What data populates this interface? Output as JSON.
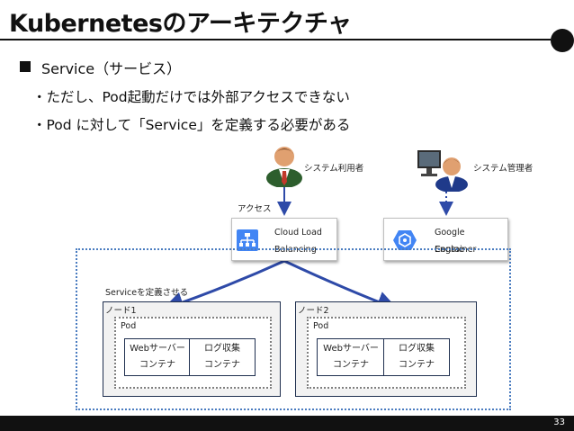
{
  "slide": {
    "title": "Kubernetesのアーキテクチャ",
    "page_number": "33"
  },
  "bullets": {
    "main": "Service（サービス）",
    "sub1": "・ただし、Pod起動だけでは外部アクセスできない",
    "sub2": "・Pod に対して「Service」を定義する必要がある"
  },
  "diagram": {
    "user_label": "システム利用者",
    "admin_label": "システム管理者",
    "access_label": "アクセス",
    "service_define_label": "Serviceを定義させる",
    "lb": {
      "line1": "Cloud Load",
      "line2": "Balancing"
    },
    "gke": {
      "line1": "Google Container",
      "line2": "Engine"
    },
    "nodes": [
      {
        "label": "ノード1",
        "pod": "Pod",
        "containers": [
          {
            "line1": "Webサーバー",
            "line2": "コンテナ"
          },
          {
            "line1": "ログ収集",
            "line2": "コンテナ"
          }
        ]
      },
      {
        "label": "ノード2",
        "pod": "Pod",
        "containers": [
          {
            "line1": "Webサーバー",
            "line2": "コンテナ"
          },
          {
            "line1": "ログ収集",
            "line2": "コンテナ"
          }
        ]
      }
    ],
    "colors": {
      "accent_blue": "#4285f4",
      "arrow_blue": "#2e4aa8",
      "dotted_blue": "#4a7cc0",
      "node_border": "#1f2f4f"
    }
  }
}
